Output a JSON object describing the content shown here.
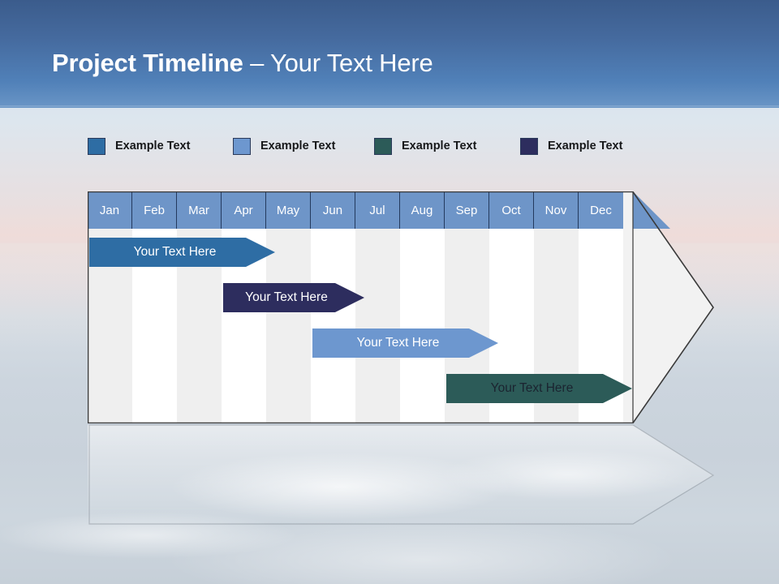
{
  "slide": {
    "title": {
      "bold_part": "Project Timeline",
      "separator": " – ",
      "light_part": "Your Text Here"
    },
    "title_band_color": "#456a9e"
  },
  "legend": {
    "items": [
      {
        "label": "Example Text",
        "color": "#2e6da4",
        "swatch_name": "legend-swatch-1"
      },
      {
        "label": "Example Text",
        "color": "#6d97cf",
        "swatch_name": "legend-swatch-2"
      },
      {
        "label": "Example Text",
        "color": "#2c5b58",
        "swatch_name": "legend-swatch-3"
      },
      {
        "label": "Example Text",
        "color": "#2d2d5e",
        "swatch_name": "legend-swatch-4"
      }
    ]
  },
  "chart_data": {
    "type": "bar",
    "subtype": "gantt-timeline-arrow",
    "title": "Project Timeline",
    "xlabel": "",
    "ylabel": "",
    "categories": [
      "Jan",
      "Feb",
      "Mar",
      "Apr",
      "May",
      "Jun",
      "Jul",
      "Aug",
      "Sep",
      "Oct",
      "Nov",
      "Dec"
    ],
    "header_color": "#6e95c8",
    "column_colors": [
      "#efefef",
      "#ffffff"
    ],
    "tasks": [
      {
        "label": "Your  Text Here",
        "start_month": "Jan",
        "end_month": "Apr",
        "start_index": 0,
        "span": 4,
        "color": "#2e6da4",
        "text_color": "#ffffff",
        "row": 1
      },
      {
        "label": "Your  Text Here",
        "start_month": "Apr",
        "end_month": "Jun",
        "start_index": 3,
        "span": 3,
        "color": "#2d2d5e",
        "text_color": "#ffffff",
        "row": 2
      },
      {
        "label": "Your  Text Here",
        "start_month": "Jun",
        "end_month": "Sep",
        "start_index": 5,
        "span": 4,
        "color": "#6d97cf",
        "text_color": "#ffffff",
        "row": 3
      },
      {
        "label": "Your  Text Here",
        "start_month": "Sep",
        "end_month": "Dec",
        "start_index": 8,
        "span": 4,
        "color": "#2c5b58",
        "text_color": "#1b2430",
        "row": 4
      }
    ]
  }
}
